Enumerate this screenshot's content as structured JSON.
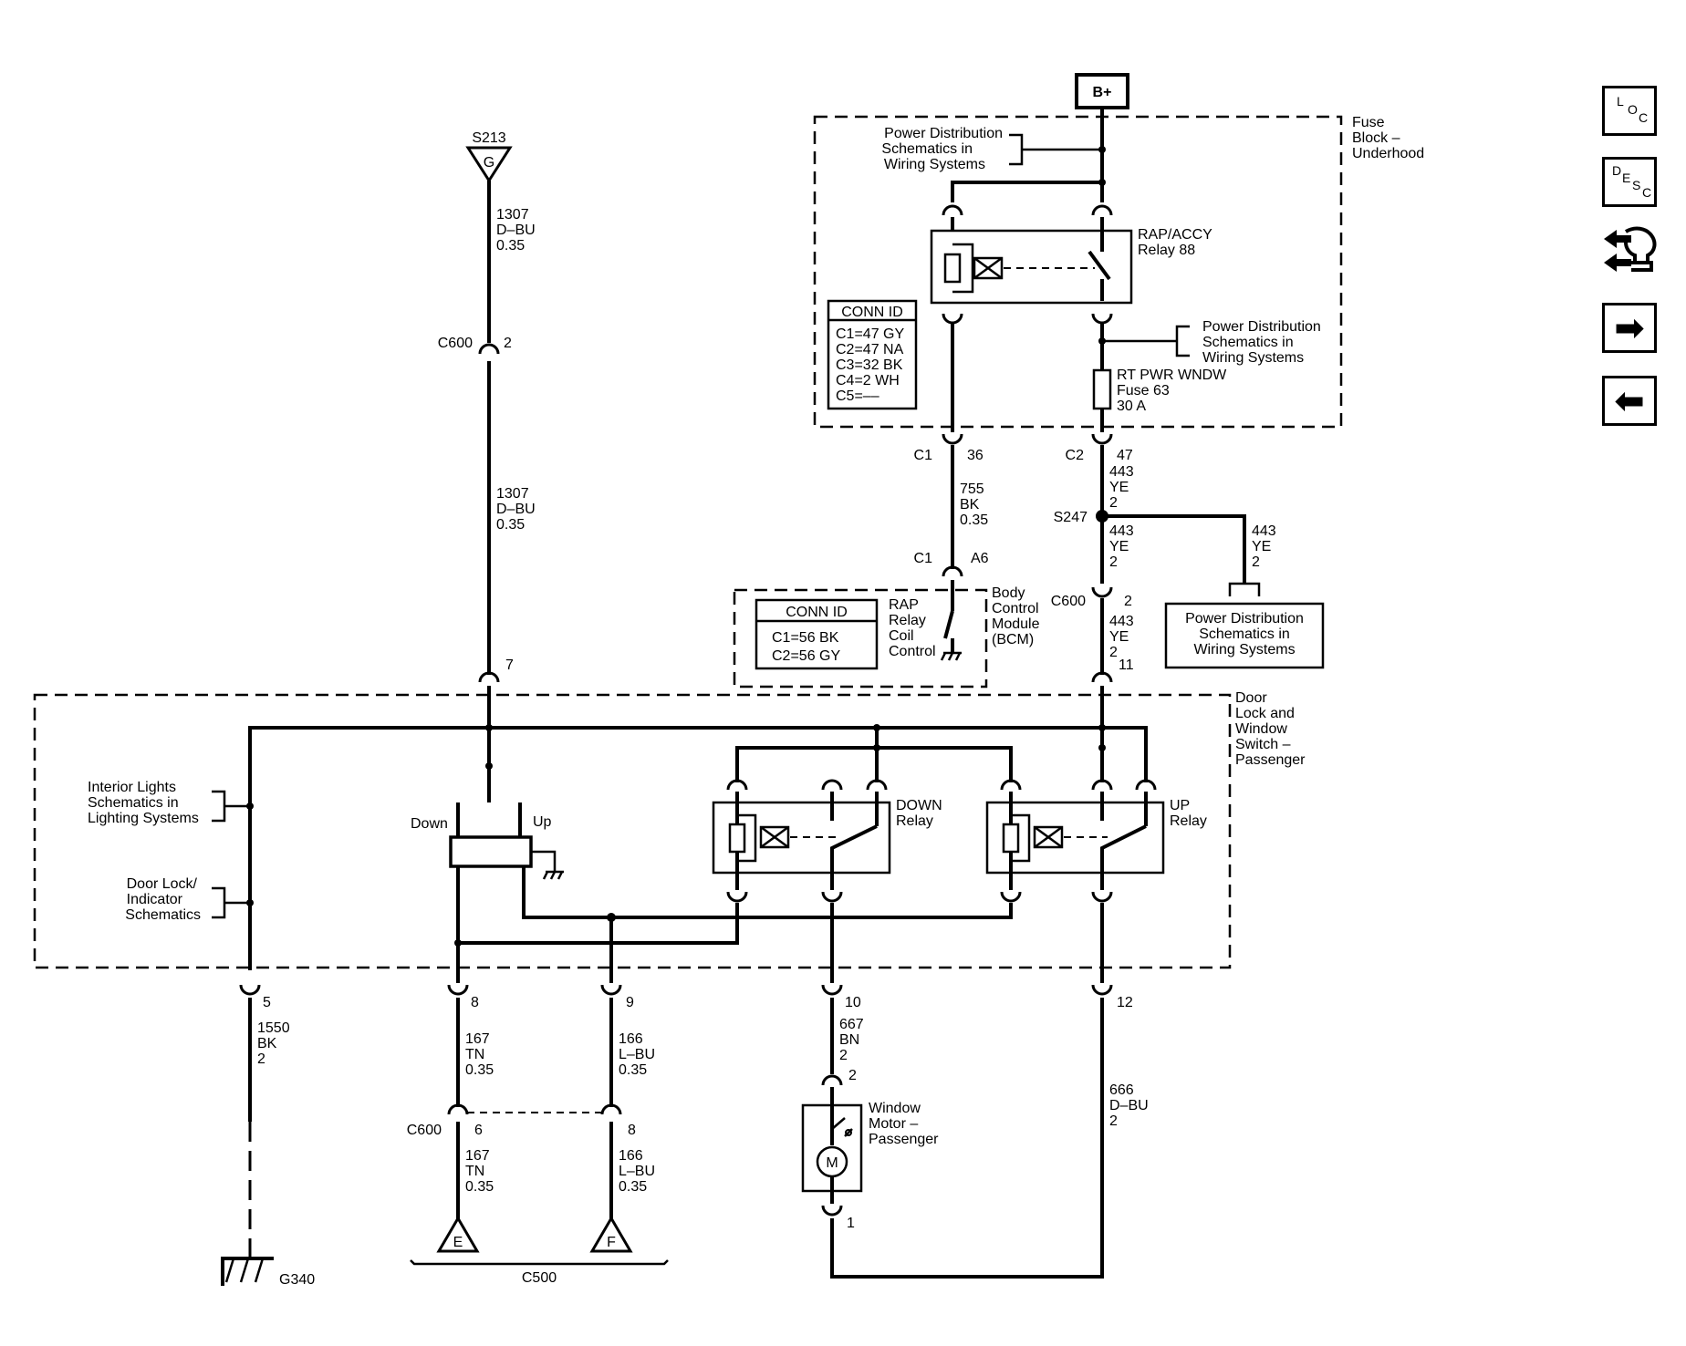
{
  "source": {
    "label": "B+"
  },
  "fuse_block": {
    "title_l1": "Fuse",
    "title_l2": "Block –",
    "title_l3": "Underhood"
  },
  "pds_top": {
    "l1": "Power Distribution",
    "l2": "Schematics in",
    "l3": "Wiring Systems"
  },
  "pds_mid": {
    "l1": "Power Distribution",
    "l2": "Schematics in",
    "l3": "Wiring Systems"
  },
  "pds_box": {
    "l1": "Power Distribution",
    "l2": "Schematics in",
    "l3": "Wiring Systems"
  },
  "relay88": {
    "l1": "RAP/ACCY",
    "l2": "Relay 88"
  },
  "fuse63": {
    "l1": "RT PWR WNDW",
    "l2": "Fuse 63",
    "l3": "30 A"
  },
  "conn_id_1": {
    "title": "CONN ID",
    "rows": [
      "C1=47 GY",
      "C2=47 NA",
      "C3=32 BK",
      "C4=2 WH",
      "C5=––"
    ]
  },
  "conn_id_2": {
    "title": "CONN ID",
    "rows": [
      "C1=56 BK",
      "C2=56 GY"
    ]
  },
  "bcm": {
    "r1": "RAP",
    "r2": "Relay",
    "r3": "Coil",
    "r4": "Control",
    "t1": "Body",
    "t2": "Control",
    "t3": "Module",
    "t4": "(BCM)"
  },
  "door_switch": {
    "l1": "Door",
    "l2": "Lock and",
    "l3": "Window",
    "l4": "Switch –",
    "l5": "Passenger"
  },
  "interior_lights": {
    "l1": "Interior Lights",
    "l2": "Schematics in",
    "l3": "Lighting Systems"
  },
  "door_lock": {
    "l1": "Door Lock/",
    "l2": "Indicator",
    "l3": "Schematics"
  },
  "window_switch": {
    "down": "Down",
    "up": "Up"
  },
  "down_relay": {
    "l1": "DOWN",
    "l2": "Relay"
  },
  "up_relay": {
    "l1": "UP",
    "l2": "Relay"
  },
  "motor": {
    "l1": "Window",
    "l2": "Motor –",
    "l3": "Passenger",
    "symbol": "M"
  },
  "splices": {
    "s213": "S213",
    "s213_letter": "G",
    "s247": "S247"
  },
  "grounds": {
    "g340": "G340"
  },
  "terminals": {
    "e": "E",
    "f": "F",
    "c500": "C500"
  },
  "connectors": {
    "c600": "C600",
    "c1": "C1",
    "c2": "C2",
    "p_c600_2": "2",
    "p_7": "7",
    "p_36": "36",
    "p_a6": "A6",
    "p_47": "47",
    "p_c600_2b": "2",
    "p_11": "11",
    "p_5": "5",
    "p_8": "8",
    "p_9": "9",
    "p_10": "10",
    "p_12": "12",
    "p_motor_2": "2",
    "p_motor_1": "1",
    "p_c600_6": "6",
    "p_c600_8": "8"
  },
  "wires": {
    "w1307a": [
      "1307",
      "D–BU",
      "0.35"
    ],
    "w1307b": [
      "1307",
      "D–BU",
      "0.35"
    ],
    "w755": [
      "755",
      "BK",
      "0.35"
    ],
    "w443a": [
      "443",
      "YE",
      "2"
    ],
    "w443b": [
      "443",
      "YE",
      "2"
    ],
    "w443c": [
      "443",
      "YE",
      "2"
    ],
    "w443d": [
      "443",
      "YE",
      "2"
    ],
    "w1550": [
      "1550",
      "BK",
      "2"
    ],
    "w167a": [
      "167",
      "TN",
      "0.35"
    ],
    "w166a": [
      "166",
      "L–BU",
      "0.35"
    ],
    "w167b": [
      "167",
      "TN",
      "0.35"
    ],
    "w166b": [
      "166",
      "L–BU",
      "0.35"
    ],
    "w667": [
      "667",
      "BN",
      "2"
    ],
    "w666": [
      "666",
      "D–BU",
      "2"
    ]
  },
  "nav": {
    "loc": [
      "L",
      "O",
      "C"
    ],
    "desc": [
      "D",
      "E",
      "S",
      "C"
    ],
    "next_icon": "arrow-right-icon",
    "prev_icon": "arrow-left-icon"
  }
}
